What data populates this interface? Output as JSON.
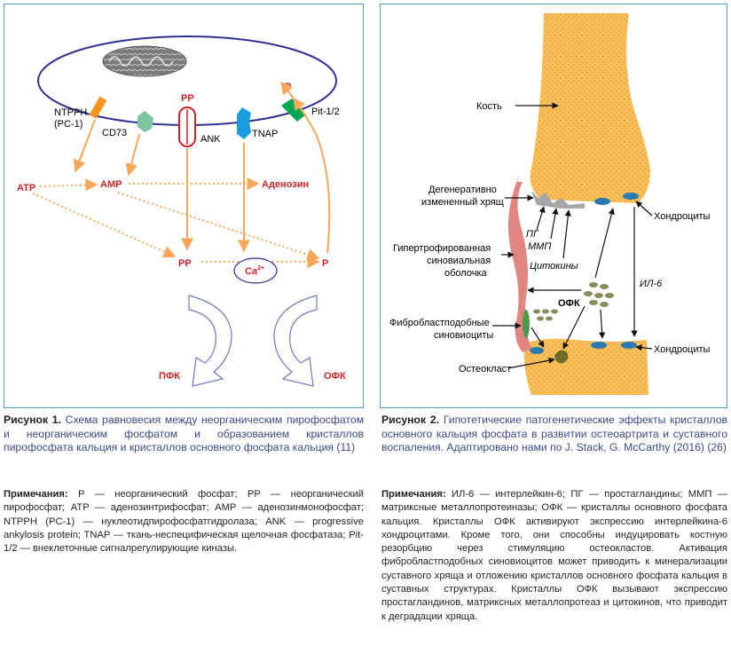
{
  "figure1": {
    "labels": {
      "ntpph": "NTPPH",
      "pc1": "(PC-1)",
      "cd73": "CD73",
      "pp_top": "PP",
      "ank": "ANK",
      "tnap": "TNAP",
      "p_top": "P",
      "pit": "Pit-1/2",
      "atp": "ATP",
      "amp": "AMP",
      "adenosine": "Аденозин",
      "pp_bottom": "PP",
      "ca": "Ca",
      "ca_sup": "2+",
      "p_bottom": "P",
      "pfk": "ПФК",
      "ofk": "ОФК"
    },
    "colors": {
      "membrane": "#2e3192",
      "arrow": "#f7a65a",
      "red_label": "#d2232a",
      "ntpph_fill": "#f7941d",
      "cd73_fill": "#7cc59e",
      "ank_stroke": "#d2232a",
      "tnap_fill": "#1b9be0",
      "pit_fill": "#00a651",
      "curved_arrow": "#6b7bbd"
    },
    "caption_label": "Рисунок 1.",
    "caption_text": "Схема равновесия между неорганическим пирофосфатом и неорганическим фосфатом и образованием кристаллов пирофосфата кальция и кристаллов основного фосфата кальция (11)",
    "notes_label": "Примечания:",
    "notes_text": "P — неорганический фосфат; PP — неорганический пирофосфат; ATP — аденозинтрифосфат; AMP — аденозинмонофосфат; NTPPH (PC-1) — нуклеотидпирофосфатгидролаза; ANK — progressive ankylosis protein; TNAP — ткань-неспецифическая щелочная фосфатаза; Pit-1/2 — внеклеточные сигналрегулирующие киназы."
  },
  "figure2": {
    "labels": {
      "bone": "Кость",
      "degenerate1": "Дегенеративно",
      "degenerate2": "измененный хрящ",
      "chondro_top": "Хондроциты",
      "pg": "ПГ",
      "mmp": "ММП",
      "hyper1": "Гипертрофированная",
      "hyper2": "синовиальная",
      "hyper3": "оболочка",
      "cytokines": "Цитокины",
      "il6": "ИЛ-6",
      "ofk": "ОФК",
      "fibro1": "Фибробластподобные",
      "fibro2": "синовиоциты",
      "chondro_bottom": "Хондроциты",
      "osteoclast": "Остеокласт"
    },
    "colors": {
      "bone_fill": "#f9bf5a",
      "bone_dots": "#e59b2e",
      "synovium": "#e08580",
      "chondrocyte": "#2a7ab0",
      "crystal": "#8a8a5a",
      "fibro": "#4a9a4a"
    },
    "caption_label": "Рисунок 2.",
    "caption_text": "Гипотетические патогенетические эффекты кристаллов основного кальция фосфата в развитии остеоартрита и суставного воспаления. Адаптировано нами по J. Stack, G. McCarthy (2016) (26)",
    "notes_label": "Примечания:",
    "notes_text": "ИЛ-6 — интерлейкин-6; ПГ — простагландины; ММП — матриксные металлопротеиназы; ОФК — кристаллы основного фосфата кальция. Кристаллы ОФК активируют экспрессию интерлейкина-6 хондроцитами. Кроме того, они способны индуцировать костную резорбцию через стимуляцию остеокластов. Активация фибробластподобных синовиоцитов может приводить к минерализации суставного хряща и отложению кристаллов основного фосфата кальция в суставных структурах. Кристаллы ОФК вызывают экспрессию простагландинов, матриксных металлопротеаз и цитокинов, что приводит к деградации хряща."
  }
}
